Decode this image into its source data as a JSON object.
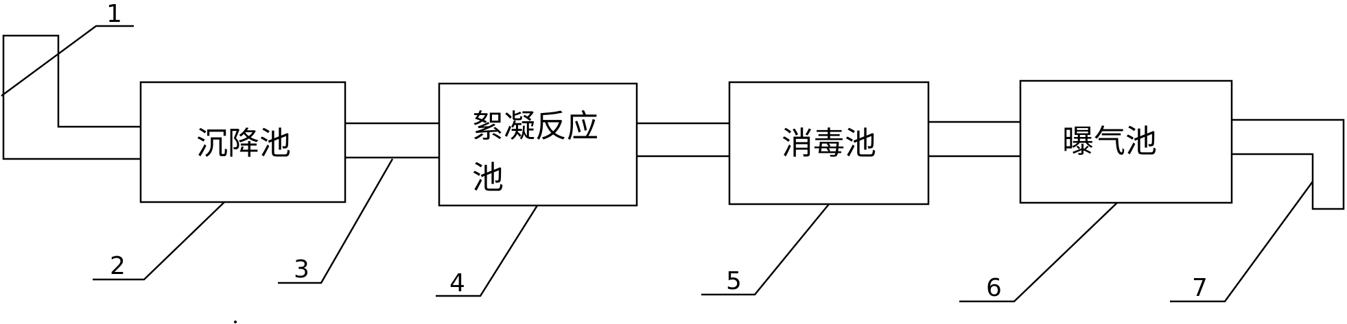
{
  "tanks": [
    {
      "id": "settling",
      "lines": [
        "沉降池"
      ]
    },
    {
      "id": "flocculation",
      "lines": [
        "絮凝反应",
        "池"
      ]
    },
    {
      "id": "disinfection",
      "lines": [
        "消毒池"
      ]
    },
    {
      "id": "aeration",
      "lines": [
        "曝气池"
      ]
    }
  ],
  "callouts": [
    "1",
    "2",
    "3",
    "4",
    "5",
    "6",
    "7"
  ]
}
